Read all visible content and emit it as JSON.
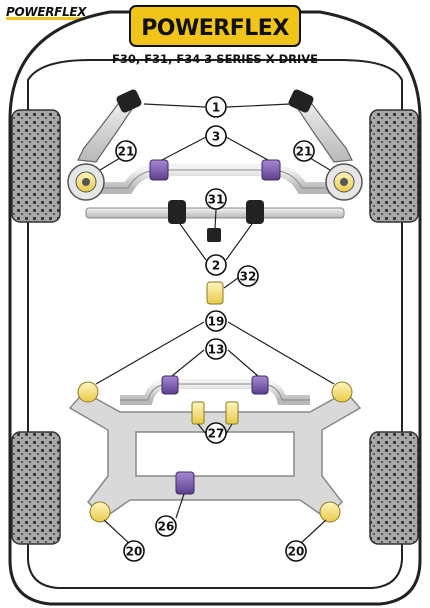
{
  "brand": {
    "corner_logo": "POWERFLEX",
    "main_logo": "POWERFLEX",
    "accent_color": "#f0c419"
  },
  "title": "F30, F31, F34 3 SERIES X DRIVE",
  "callouts": [
    {
      "number": "1",
      "part": "front-wishbone-rear-bush"
    },
    {
      "number": "3",
      "part": "front-anti-roll-bar-bush"
    },
    {
      "number": "21",
      "part": "front-top-mount-left"
    },
    {
      "number": "21",
      "part": "front-top-mount-right"
    },
    {
      "number": "31",
      "part": "front-centre-bush"
    },
    {
      "number": "2",
      "part": "front-wishbone-front-bush"
    },
    {
      "number": "32",
      "part": "front-insert"
    },
    {
      "number": "19",
      "part": "rear-subframe-mount"
    },
    {
      "number": "13",
      "part": "rear-anti-roll-bar-bush"
    },
    {
      "number": "27",
      "part": "rear-subframe-bush"
    },
    {
      "number": "26",
      "part": "rear-diff-mount"
    },
    {
      "number": "20",
      "part": "rear-subframe-rear-mount-left"
    },
    {
      "number": "20",
      "part": "rear-subframe-rear-mount-right"
    }
  ],
  "colors": {
    "bush_purple": "#7a5aa6",
    "bush_yellow": "#f4e27a",
    "subframe_grey": "#d9d9d9",
    "tyre_grey": "#9a9a9a",
    "outline": "#333333"
  }
}
